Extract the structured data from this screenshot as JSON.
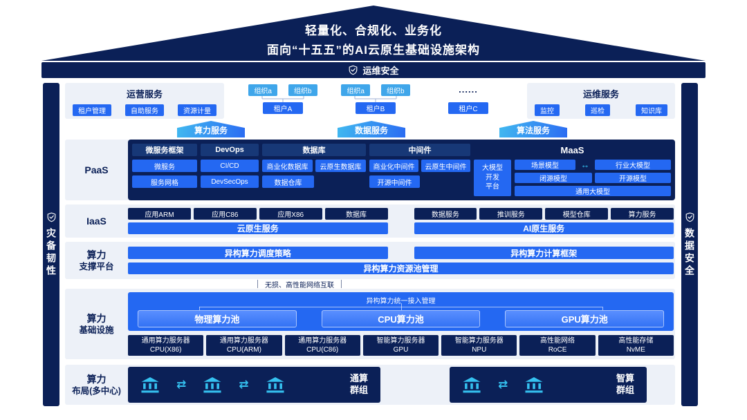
{
  "colors": {
    "navy": "#0B2057",
    "blue": "#2468F2",
    "light_blue": "#3FA6EA",
    "cyan": "#35C1F0",
    "panel_gray": "#EDF1F8"
  },
  "icons": {
    "shield": "shield-check-icon",
    "bank": "bank-icon",
    "h_arrow": "↔",
    "exchange_arrow": "⇄"
  },
  "roof": {
    "line1": "轻量化、合规化、业务化",
    "line2": "面向“十五五”的AI云原生基础设施架构"
  },
  "security": {
    "top": "运维安全",
    "left": "灾备韧性",
    "right": "数据安全"
  },
  "services_row": {
    "operation": {
      "title": "运营服务",
      "items": [
        "租户管理",
        "自助服务",
        "资源计量"
      ]
    },
    "tenant_groups": [
      {
        "orgs": [
          "组织a",
          "组织b"
        ],
        "tenant": "租户A"
      },
      {
        "orgs": [
          "组织a",
          "组织b"
        ],
        "tenant": "租户B"
      },
      {
        "dots": "......",
        "tenant": "租户C"
      }
    ],
    "maintenance": {
      "title": "运维服务",
      "items": [
        "监控",
        "巡检",
        "知识库"
      ]
    }
  },
  "service_arrows": [
    "算力服务",
    "数据服务",
    "算法服务"
  ],
  "paas": {
    "label": "PaaS",
    "groups": [
      {
        "title": "微服务框架",
        "items": [
          "微服务",
          "服务网格"
        ]
      },
      {
        "title": "DevOps",
        "items": [
          "CI/CD",
          "DevSecOps"
        ]
      },
      {
        "title": "数据库",
        "items": [
          "商业化数据库",
          "云原生数据库",
          "数据仓库"
        ]
      },
      {
        "title": "中间件",
        "items": [
          "商业化中间件",
          "云原生中间件",
          "开源中间件"
        ]
      }
    ],
    "maas": {
      "title": "MaaS",
      "platform_lines": [
        "大模型",
        "开发",
        "平台"
      ],
      "items": [
        "场景模型",
        "行业大模型",
        "闭源模型",
        "开源模型",
        "通用大模型"
      ]
    }
  },
  "iaas": {
    "label": "IaaS",
    "left": {
      "items": [
        "应用ARM",
        "应用C86",
        "应用X86",
        "数据库"
      ],
      "bar": "云原生服务"
    },
    "right": {
      "items": [
        "数据服务",
        "推训服务",
        "模型仓库",
        "算力服务"
      ],
      "bar": "AI原生服务"
    }
  },
  "support": {
    "label_lines": [
      "算力",
      "支撑平台"
    ],
    "bars": [
      "异构算力调度策略",
      "异构算力计算框架",
      "异构算力资源池管理"
    ]
  },
  "interconnect": "无损、高性能网络互联",
  "infra": {
    "label_lines": [
      "算力",
      "基础设施"
    ],
    "access_title": "异构算力统一接入管理",
    "pools": [
      "物理算力池",
      "CPU算力池",
      "GPU算力池"
    ],
    "servers": [
      {
        "line1": "通用算力服务器",
        "line2": "CPU(X86)"
      },
      {
        "line1": "通用算力服务器",
        "line2": "CPU(ARM)"
      },
      {
        "line1": "通用算力服务器",
        "line2": "CPU(C86)"
      },
      {
        "line1": "智能算力服务器",
        "line2": "GPU"
      },
      {
        "line1": "智能算力服务器",
        "line2": "NPU"
      },
      {
        "line1": "高性能网络",
        "line2": "RoCE"
      },
      {
        "line1": "高性能存储",
        "line2": "NvME"
      }
    ]
  },
  "layout_row": {
    "label_lines": [
      "算力",
      "布局(多中心)"
    ],
    "groups": [
      {
        "banks": 3,
        "name_lines": [
          "通算",
          "群组"
        ]
      },
      {
        "banks": 2,
        "name_lines": [
          "智算",
          "群组"
        ]
      }
    ]
  }
}
